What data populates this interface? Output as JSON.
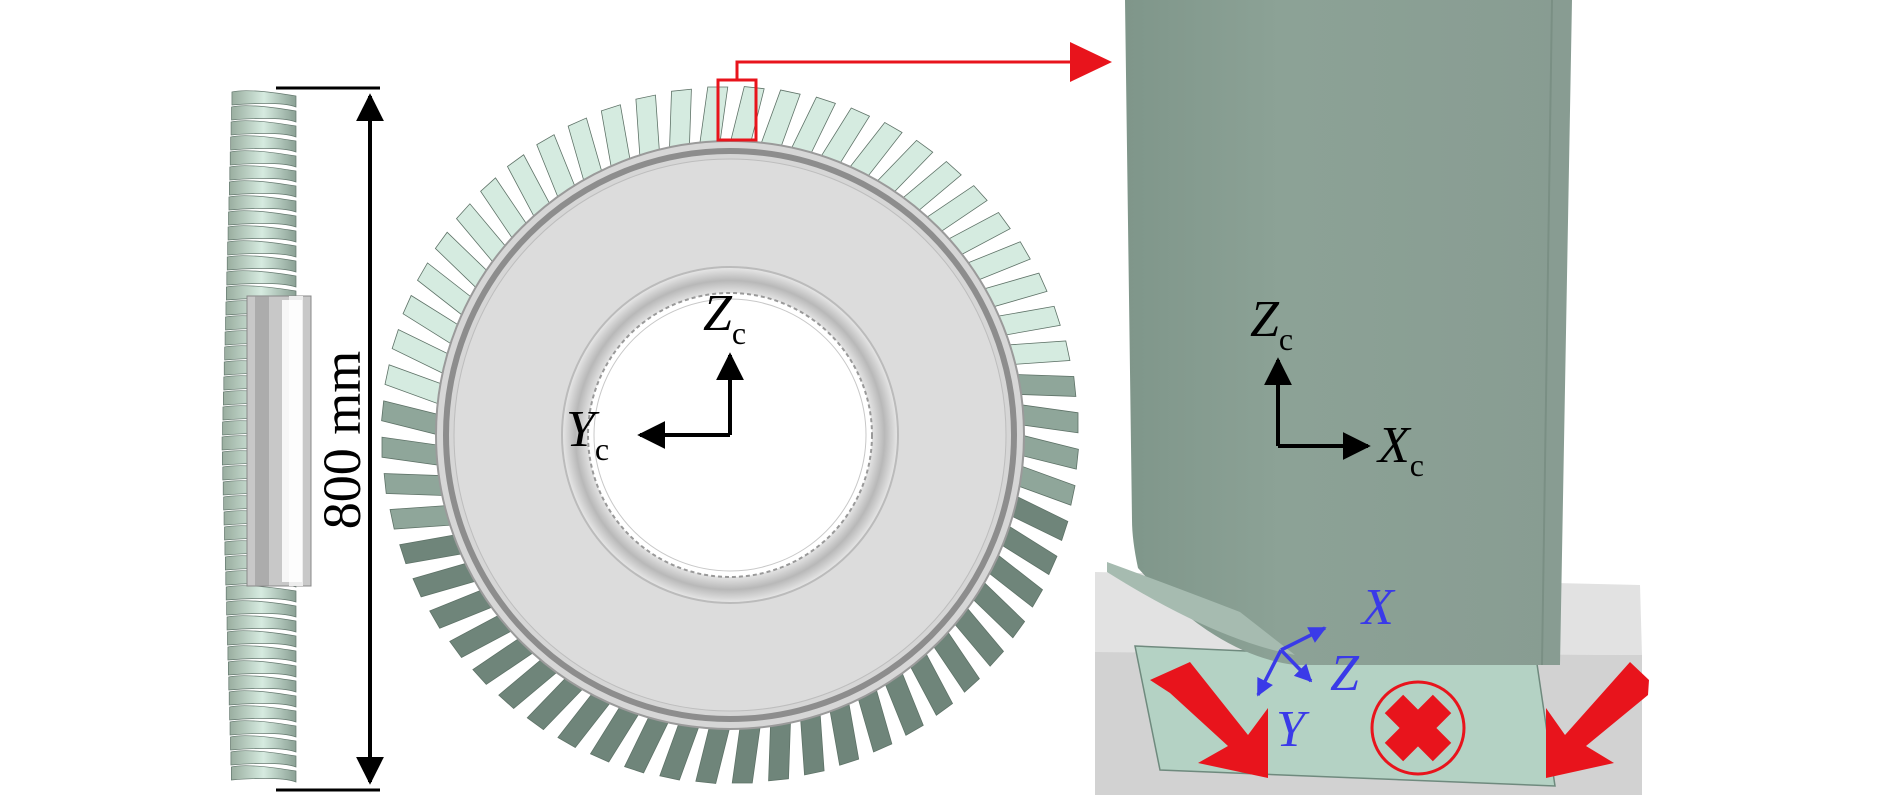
{
  "dimension": {
    "value": "800 mm"
  },
  "disk_axes": {
    "z_label": "Z",
    "z_sub": "c",
    "y_label": "Y",
    "y_sub": "c"
  },
  "blade_axes": {
    "z_label": "Z",
    "z_sub": "c",
    "x_label": "X",
    "x_sub": "c"
  },
  "local_axes": {
    "x": "X",
    "y": "Y",
    "z": "Z"
  },
  "colors": {
    "blade": "#889d90",
    "blade_light": "#d8ece2",
    "disk": "#d8d8d8",
    "axis_black": "#000000",
    "local_blue": "#3a3ae8",
    "highlight_red": "#e8141c"
  },
  "icons": {
    "arrow": "right-arrow-icon",
    "force": "force-arrow-icon",
    "constraint": "fixed-constraint-icon"
  }
}
